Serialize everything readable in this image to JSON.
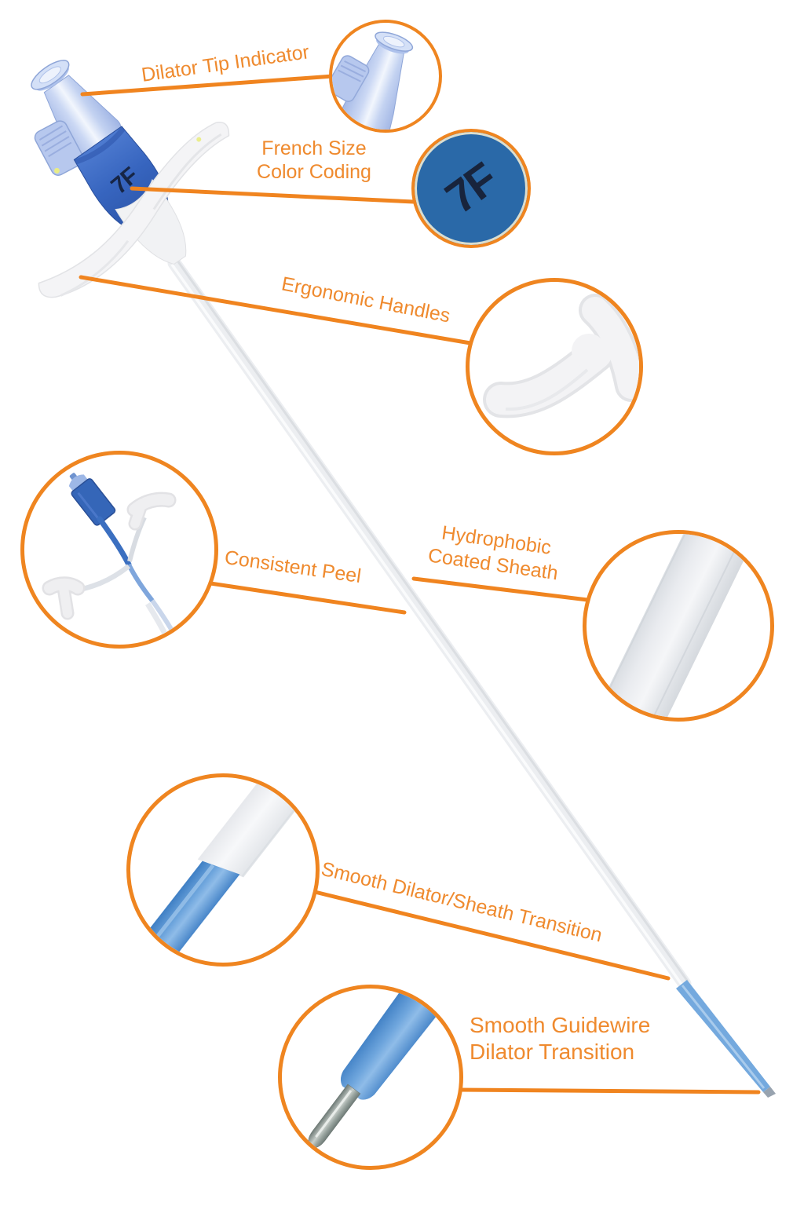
{
  "device": {
    "size_marking": "7F"
  },
  "annotations": {
    "dilator_tip": {
      "label": "Dilator Tip Indicator"
    },
    "french_size": {
      "line1": "French Size",
      "line2": "Color Coding"
    },
    "ergonomic_handles": {
      "label": "Ergonomic Handles"
    },
    "consistent_peel": {
      "label": "Consistent Peel"
    },
    "hydrophobic_sheath": {
      "line1": "Hydrophobic",
      "line2": "Coated Sheath"
    },
    "dilator_sheath_transition": {
      "label": "Smooth Dilator/Sheath Transition"
    },
    "guidewire_transition": {
      "line1": "Smooth Guidewire",
      "line2": "Dilator Transition"
    }
  },
  "colors": {
    "label_orange": "#EF8A2E",
    "leader_orange": "#F0841F",
    "ring_orange": "#EF8520",
    "badge_blue": "#2A69A8",
    "badge_text_navy": "#18243C",
    "hub_periwinkle": "#B7C8EE",
    "collar_royal_blue": "#3765BF",
    "sheath_white": "#ECEEF1",
    "dilator_blue": "#74A9DE",
    "guidewire_metal": "#9BA6B2",
    "handle_white": "#F3F3F5"
  }
}
